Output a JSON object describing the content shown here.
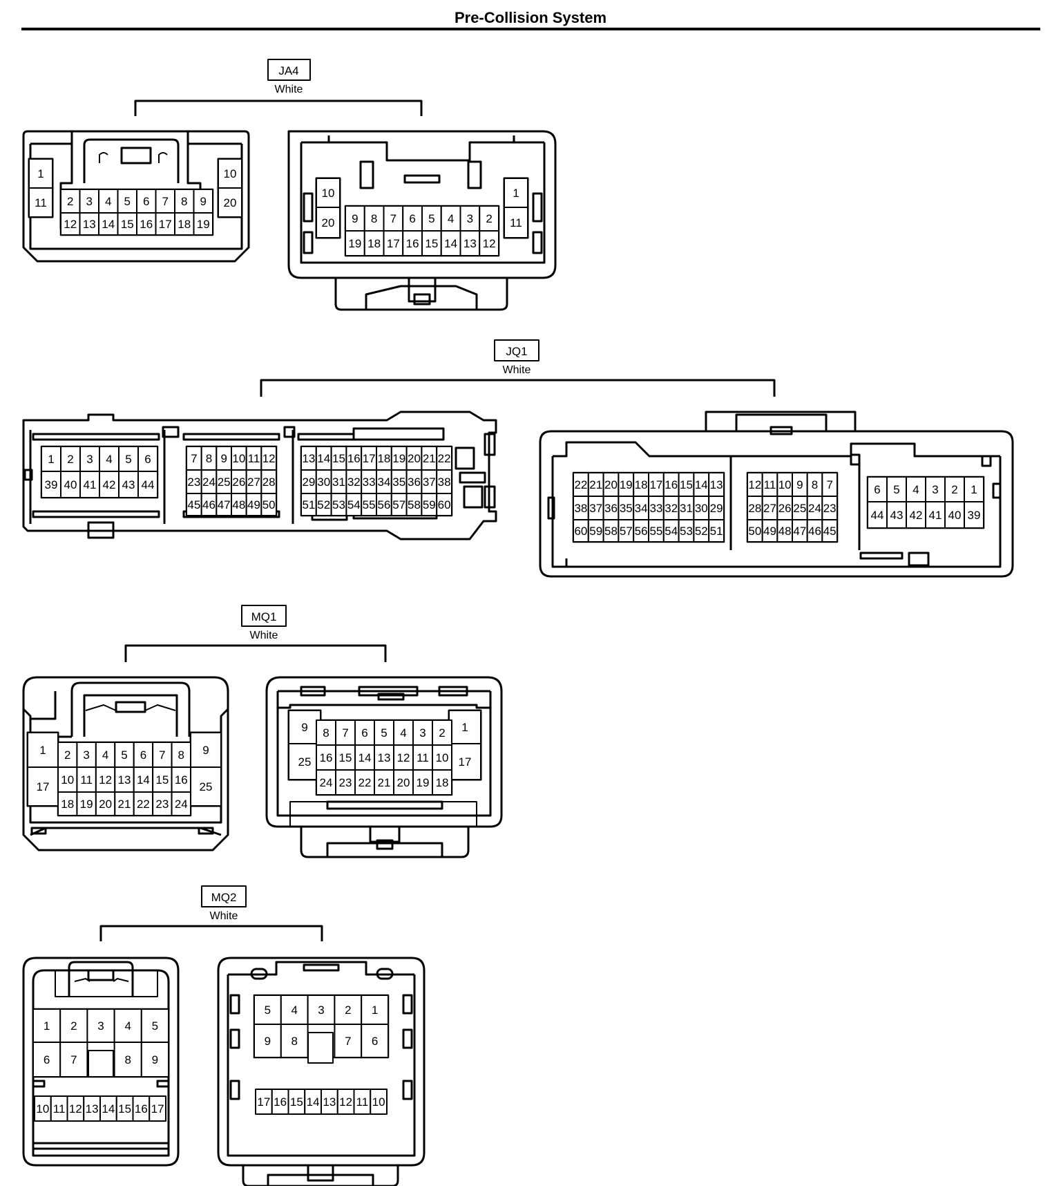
{
  "page": {
    "title": "Pre-Collision System"
  },
  "connectors": [
    {
      "id": "JA4",
      "color": "White"
    },
    {
      "id": "JQ1",
      "color": "White"
    },
    {
      "id": "MQ1",
      "color": "White"
    },
    {
      "id": "MQ2",
      "color": "White"
    }
  ],
  "views": {
    "ja4_male": {
      "pins": [
        "1",
        "11",
        "10",
        "20",
        "2",
        "3",
        "4",
        "5",
        "6",
        "7",
        "8",
        "9",
        "12",
        "13",
        "14",
        "15",
        "16",
        "17",
        "18",
        "19"
      ]
    },
    "ja4_female": {
      "pins": [
        "10",
        "20",
        "1",
        "11",
        "9",
        "8",
        "7",
        "6",
        "5",
        "4",
        "3",
        "2",
        "19",
        "18",
        "17",
        "16",
        "15",
        "14",
        "13",
        "12"
      ]
    },
    "jq1_male": {
      "pins": [
        "1",
        "2",
        "3",
        "4",
        "5",
        "6",
        "39",
        "40",
        "41",
        "42",
        "43",
        "44",
        "7",
        "8",
        "9",
        "10",
        "11",
        "12",
        "23",
        "24",
        "25",
        "26",
        "27",
        "28",
        "45",
        "46",
        "47",
        "48",
        "49",
        "50",
        "13",
        "14",
        "15",
        "16",
        "17",
        "18",
        "19",
        "20",
        "21",
        "22",
        "29",
        "30",
        "31",
        "32",
        "33",
        "34",
        "35",
        "36",
        "37",
        "38",
        "51",
        "52",
        "53",
        "54",
        "55",
        "56",
        "57",
        "58",
        "59",
        "60"
      ]
    },
    "jq1_female": {
      "pins": [
        "22",
        "21",
        "20",
        "19",
        "18",
        "17",
        "16",
        "15",
        "14",
        "13",
        "38",
        "37",
        "36",
        "35",
        "34",
        "33",
        "32",
        "31",
        "30",
        "29",
        "60",
        "59",
        "58",
        "57",
        "56",
        "55",
        "54",
        "53",
        "52",
        "51",
        "12",
        "11",
        "10",
        "9",
        "8",
        "7",
        "28",
        "27",
        "26",
        "25",
        "24",
        "23",
        "50",
        "49",
        "48",
        "47",
        "46",
        "45",
        "6",
        "5",
        "4",
        "3",
        "2",
        "1",
        "44",
        "43",
        "42",
        "41",
        "40",
        "39"
      ]
    },
    "mq1_male": {
      "pins": [
        "1",
        "17",
        "9",
        "25",
        "2",
        "3",
        "4",
        "5",
        "6",
        "7",
        "8",
        "10",
        "11",
        "12",
        "13",
        "14",
        "15",
        "16",
        "18",
        "19",
        "20",
        "21",
        "22",
        "23",
        "24"
      ]
    },
    "mq1_female": {
      "pins": [
        "9",
        "25",
        "1",
        "17",
        "8",
        "7",
        "6",
        "5",
        "4",
        "3",
        "2",
        "16",
        "15",
        "14",
        "13",
        "12",
        "11",
        "10",
        "24",
        "23",
        "22",
        "21",
        "20",
        "19",
        "18"
      ]
    },
    "mq2_male": {
      "pins": [
        "1",
        "2",
        "3",
        "4",
        "5",
        "6",
        "7",
        "8",
        "9",
        "10",
        "11",
        "12",
        "13",
        "14",
        "15",
        "16",
        "17"
      ]
    },
    "mq2_female": {
      "pins": [
        "5",
        "4",
        "3",
        "2",
        "1",
        "9",
        "8",
        "7",
        "6",
        "17",
        "16",
        "15",
        "14",
        "13",
        "12",
        "11",
        "10"
      ]
    }
  }
}
